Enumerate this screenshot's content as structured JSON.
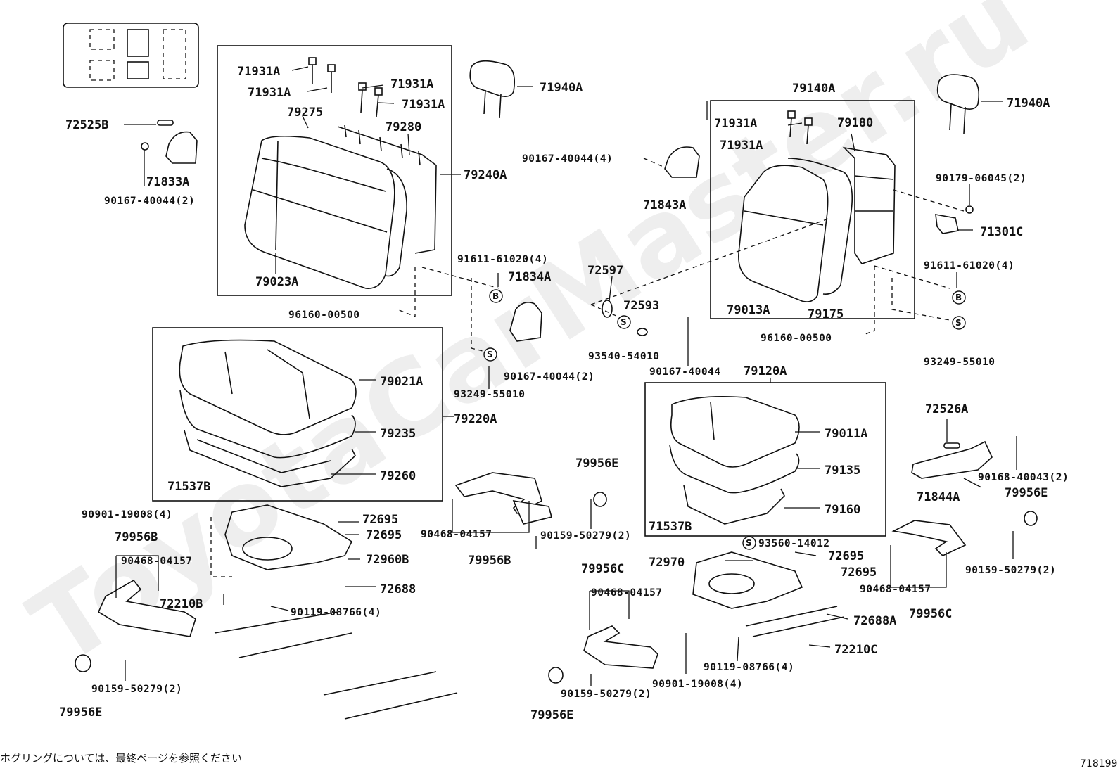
{
  "watermark": "ToyotaCarMaster.ru",
  "footer_note": "ホグリングについては、最終ページを参照ください",
  "diagram_id": "718199",
  "labels": {
    "l71931A_1": "71931A",
    "l71931A_2": "71931A",
    "l71931A_3": "71931A",
    "l71931A_4": "71931A",
    "l71931A_5": "71931A",
    "l71931A_6": "71931A",
    "l71940A_1": "71940A",
    "l71940A_2": "71940A",
    "l72525B": "72525B",
    "l79275": "79275",
    "l79280": "79280",
    "l79240A": "79240A",
    "l71833A": "71833A",
    "l90167_40044_2a": "90167-40044(2)",
    "l79023A": "79023A",
    "l91611_a": "91611-61020(4)",
    "l91611_b": "91611-61020(4)",
    "l96160_a": "96160-00500",
    "l96160_b": "96160-00500",
    "l79021A": "79021A",
    "l79235": "79235",
    "l79220A": "79220A",
    "l79260": "79260",
    "l71537B_1": "71537B",
    "l71537B_2": "71537B",
    "l93249_a": "93249-55010",
    "l93249_b": "93249-55010",
    "l71834A": "71834A",
    "l90167_40044_2b": "90167-40044(2)",
    "l90167_40044_4": "90167-40044(4)",
    "l71843A": "71843A",
    "l79140A": "79140A",
    "l79180": "79180",
    "l90179": "90179-06045(2)",
    "l71301C": "71301C",
    "l79013A": "79013A",
    "l79175": "79175",
    "l72597": "72597",
    "l72593": "72593",
    "l93540": "93540-54010",
    "l90167_40044": "90167-40044",
    "l79120A": "79120A",
    "l79011A": "79011A",
    "l79135": "79135",
    "l79160": "79160",
    "l72526A": "72526A",
    "l71844A": "71844A",
    "l90168": "90168-40043(2)",
    "l79956E_1": "79956E",
    "l79956E_2": "79956E",
    "l79956E_3": "79956E",
    "l79956E_4": "79956E",
    "l90901_a": "90901-19008(4)",
    "l90901_b": "90901-19008(4)",
    "l72695_1": "72695",
    "l72695_2": "72695",
    "l72695_3": "72695",
    "l72695_4": "72695",
    "l79956B_1": "79956B",
    "l79956B_2": "79956B",
    "l90468_a": "90468-04157",
    "l90468_b": "90468-04157",
    "l90468_c": "90468-04157",
    "l90468_d": "90468-04157",
    "l72960B": "72960B",
    "l72688": "72688",
    "l72210B": "72210B",
    "l90119_a": "90119-08766(4)",
    "l90119_b": "90119-08766(4)",
    "l90159_a": "90159-50279(2)",
    "l90159_b": "90159-50279(2)",
    "l90159_c": "90159-50279(2)",
    "l90159_d": "90159-50279(2)",
    "l79956C_1": "79956C",
    "l79956C_2": "79956C",
    "l72970": "72970",
    "l93560": "93560-14012",
    "l72688A": "72688A",
    "l72210C": "72210C"
  },
  "callouts": {
    "b": "B",
    "s": "S"
  }
}
